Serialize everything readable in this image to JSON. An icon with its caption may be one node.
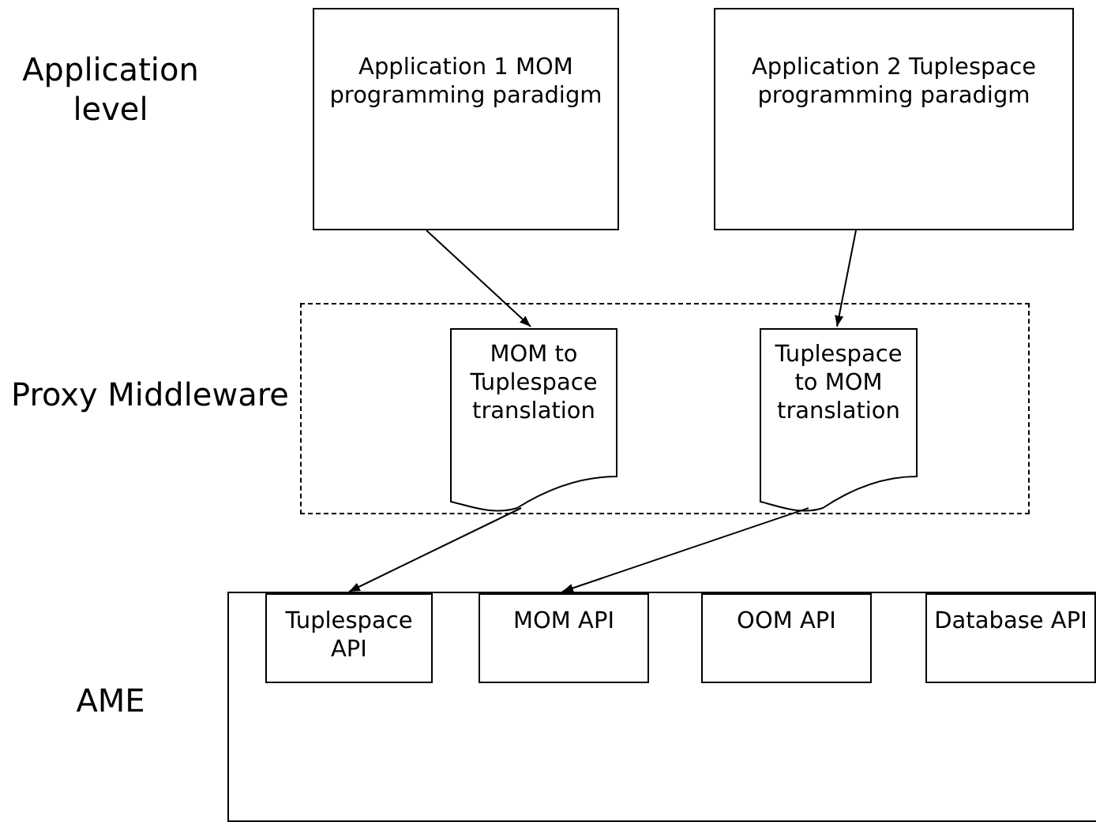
{
  "diagram": {
    "nodes": [
      {
        "text": [
          "Application 1 MOM programming paradigm"
        ]
      },
      {
        "text": [
          "Application 2 Tuplespace programming paradigm"
        ]
      },
      {
        "text": [],
        "shape": "box"
      },
      {
        "text": [
          "MOM to Tuplespace translation"
        ],
        "in": 2
      },
      {
        "text": [
          "Tuplespace to MOM translation"
        ],
        "in": 2
      },
      {
        "text": [],
        "shape": "box"
      },
      {
        "text": [
          "Tuplespace API"
        ],
        "in": 5
      },
      {
        "text": [
          "MOM API"
        ],
        "in": 5
      },
      {
        "text": [
          "OOM API"
        ],
        "in": 5
      },
      {
        "text": [
          "Database API"
        ],
        "in": 5
      }
    ],
    "edges": [
      {
        "from": 0,
        "to": 3,
        "arrow": "to"
      },
      {
        "from": 1,
        "to": 4,
        "arrow": "to"
      },
      {
        "from": 3,
        "to": 6,
        "arrow": "to"
      },
      {
        "from": 4,
        "to": 7,
        "arrow": "to"
      }
    ],
    "labels": [
      "Application level",
      "Proxy Middleware",
      "AME"
    ]
  }
}
